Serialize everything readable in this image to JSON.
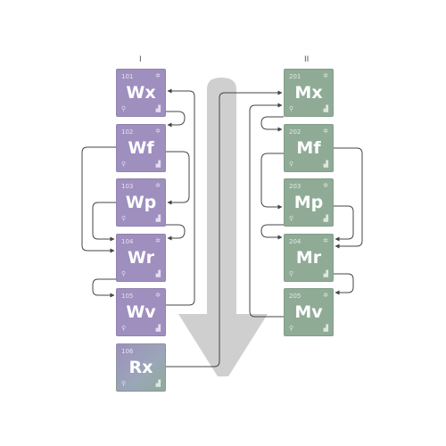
{
  "columns": {
    "left_label": "I",
    "right_label": "II"
  },
  "left_tiles": [
    {
      "num": "101",
      "symbol": "Wx"
    },
    {
      "num": "102",
      "symbol": "Wf"
    },
    {
      "num": "103",
      "symbol": "Wp"
    },
    {
      "num": "104",
      "symbol": "Wr"
    },
    {
      "num": "105",
      "symbol": "Wv"
    },
    {
      "num": "106",
      "symbol": "Rx"
    }
  ],
  "right_tiles": [
    {
      "num": "201",
      "symbol": "Mx"
    },
    {
      "num": "202",
      "symbol": "Mf"
    },
    {
      "num": "203",
      "symbol": "Mp"
    },
    {
      "num": "204",
      "symbol": "Mr"
    },
    {
      "num": "205",
      "symbol": "Mv"
    }
  ],
  "colors": {
    "left_tile": "#9e8fbf",
    "right_tile": "#8fab96",
    "arrow": "#cfcfcf",
    "connector": "#444444"
  },
  "icons": {
    "top_right": "gear-icon",
    "bottom_left": "figure-icon",
    "bottom_right": "stairs-icon"
  }
}
